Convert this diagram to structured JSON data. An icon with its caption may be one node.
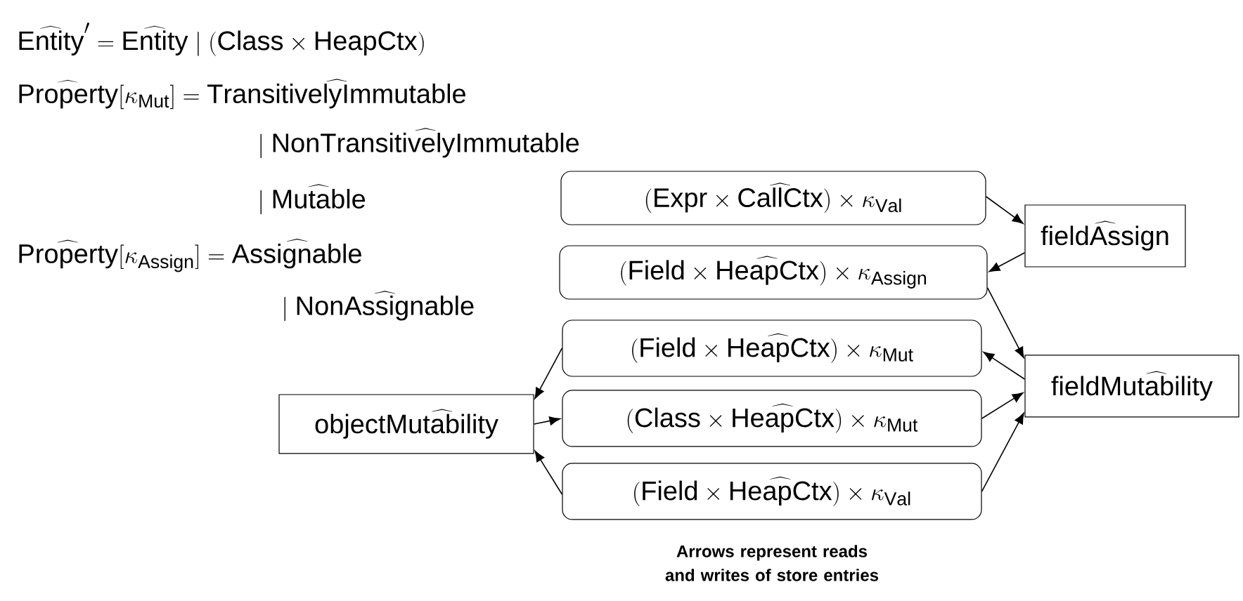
{
  "diagram": {
    "caption": "Arrows represent reads and writes of store entries",
    "nodes": [
      {
        "text": [
          "(\\mathsf{Expr}\\times\\widehat{\\mathsf{CallCtx}})\\times\\kappa_{\\mathsf{Val}}"
        ]
      },
      {
        "text": [
          "\\widehat{\\mathsf{fieldAssign}}"
        ]
      },
      {
        "text": [
          "(\\mathsf{Field}\\times\\widehat{\\mathsf{HeapCtx}})\\times\\kappa_{\\mathsf{Assign}}"
        ]
      },
      {
        "text": [
          "(\\mathsf{Field}\\times\\widehat{\\mathsf{HeapCtx}})\\times\\kappa_{\\mathsf{Mut}}"
        ]
      },
      {
        "text": [
          "\\mathsf{field}\\widehat{\\mathsf{Mutability}}"
        ]
      },
      {
        "text": [
          "\\mathsf{object}\\widehat{\\mathsf{Mutability}}"
        ]
      },
      {
        "text": [
          "(\\mathsf{Class}\\times\\widehat{\\mathsf{HeapCtx}})\\times\\kappa_{\\mathsf{Mut}}"
        ]
      },
      {
        "text": [
          "(\\mathsf{Field}\\times\\widehat{\\mathsf{HeapCtx}})\\times\\kappa_{\\mathsf{Val}}"
        ]
      }
    ],
    "edges": [
      {
        "from": 0,
        "to": 1,
        "arrow": "to"
      },
      {
        "from": 1,
        "to": 2,
        "arrow": "to"
      },
      {
        "from": 2,
        "to": 4,
        "arrow": "to"
      },
      {
        "from": 4,
        "to": 3,
        "arrow": "to"
      },
      {
        "from": 6,
        "to": 4,
        "arrow": "to"
      },
      {
        "from": 7,
        "to": 4,
        "arrow": "to"
      },
      {
        "from": 3,
        "to": 5,
        "arrow": "to"
      },
      {
        "from": 5,
        "to": 6,
        "arrow": "to"
      },
      {
        "from": 7,
        "to": 5,
        "arrow": "to"
      }
    ],
    "labels": [
      "\\widehat{\\mathsf{Entity}}' = \\widehat{\\mathsf{Entity}} \\mid (\\mathsf{Class}\\times\\mathsf{HeapCtx})",
      "\\widehat{\\mathsf{Property}}[\\kappa_{\\mathsf{Mut}}] = \\widehat{\\mathsf{TransitivelyImmutable}}",
      "\\mid \\widehat{\\mathsf{NonTransitivelyImmutable}}",
      "\\mid \\widehat{\\mathsf{Mutable}}",
      "\\widehat{\\mathsf{Property}}[\\kappa_{\\mathsf{Assign}}] = \\widehat{\\mathsf{Assignable}}",
      "\\mid \\widehat{\\mathsf{NonAssignable}}"
    ]
  }
}
